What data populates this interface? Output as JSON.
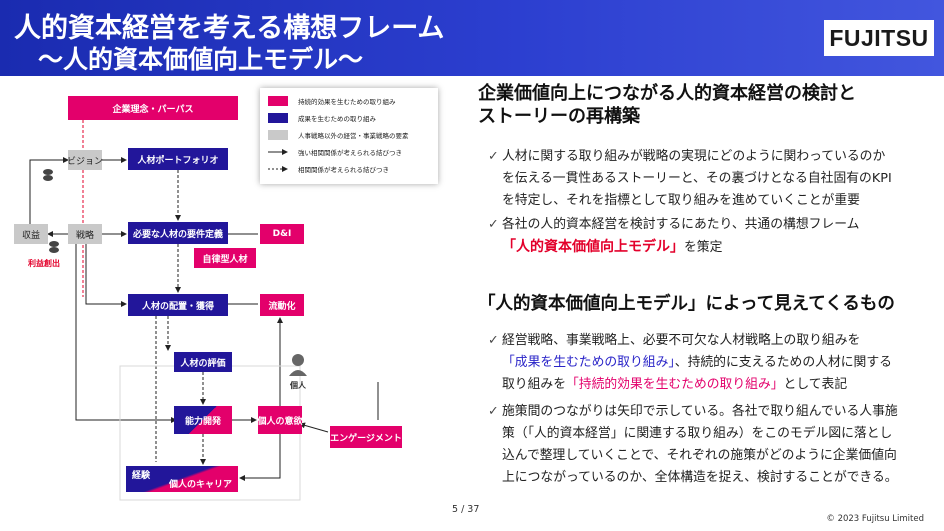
{
  "header": {
    "title_line1": "人的資本経営を考える構想フレーム",
    "title_line2": "～人的資本価値向上モデル～",
    "logo": "FUJITSU"
  },
  "diagram": {
    "purpose_box": "企業理念・パーパス",
    "vision_box": "ビジョン",
    "portfolio_box": "人材ポートフォリオ",
    "revenue_box": "収益",
    "strategy_box": "戦略",
    "profit_label": "利益創出",
    "requirements_box": "必要な人材の要件定義",
    "di_box": "D&I",
    "autonomous_box": "自律型人材",
    "placement_box": "人材の配置・獲得",
    "mobility_box": "流動化",
    "evaluation_box": "人材の評価",
    "individual_label": "個人",
    "capability_box": "能力開発",
    "motivation_box": "個人の意欲",
    "engagement_box": "エンゲージメント",
    "experience_label": "経験",
    "career_label": "個人のキャリア",
    "legend": [
      "持続的効果を生むための取り組み",
      "成果を生むための取り組み",
      "人事戦略以外の経営・事業戦略の要素",
      "強い相関関係が考えられる結びつき",
      "相関関係が考えられる結びつき"
    ]
  },
  "right": {
    "heading1_line1": "企業価値向上につながる人的資本経営の検討と",
    "heading1_line2": "ストーリーの再構築",
    "b1_l1": "人材に関する取り組みが戦略の実現にどのように関わっているのか",
    "b1_l2": "を伝える一貫性あるストーリーと、その裏づけとなる自社固有のKPI",
    "b1_l3": "を特定し、それを指標として取り組みを進めていくことが重要",
    "b2_l1": "各社の人的資本経営を検討するにあたり、共通の構想フレーム",
    "b2_red": "「人的資本価値向上モデル」",
    "b2_tail": "を策定",
    "heading2": "「人的資本価値向上モデル」によって見えてくるもの",
    "b3_l1": "経営戦略、事業戦略上、必要不可欠な人材戦略上の取り組みを",
    "b3_blue": "「成果を生むための取り組み」",
    "b3_mid": "、持続的に支えるための人材に関する",
    "b3_l3a": "取り組みを",
    "b3_mag": "「持続的効果を生むための取り組み」",
    "b3_l3b": "として表記",
    "b4_l1": "施策間のつながりは矢印で示している。各社で取り組んでいる人事施",
    "b4_l2": "策（「人的資本経営」に関連する取り組み）をこのモデル図に落とし",
    "b4_l3": "込んで整理していくことで、それぞれの施策がどのように企業価値向",
    "b4_l4": "上につながっているのか、全体構造を捉え、検討することができる。",
    "check": "✓"
  },
  "footer": {
    "page": "5 / 37",
    "copyright": "© 2023 Fujitsu Limited"
  },
  "colors": {
    "pink": "#e3006b",
    "navy": "#22169a",
    "gray": "#c9c9c9",
    "header_blue": "#2233c0"
  }
}
